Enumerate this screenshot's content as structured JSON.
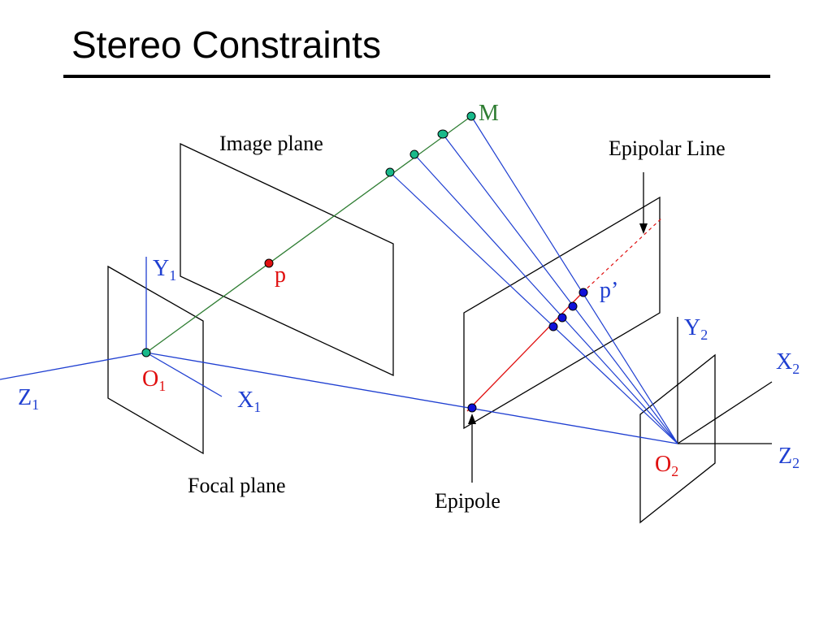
{
  "title": "Stereo Constraints",
  "labels": {
    "M": "M",
    "image_plane": "Image plane",
    "epipolar_line": "Epipolar Line",
    "p": "p",
    "p_prime": "p’",
    "Y1": "Y",
    "Y1_sub": "1",
    "O1": "O",
    "O1_sub": "1",
    "X1": "X",
    "X1_sub": "1",
    "Z1": "Z",
    "Z1_sub": "1",
    "Y2": "Y",
    "Y2_sub": "2",
    "X2": "X",
    "X2_sub": "2",
    "Z2": "Z",
    "Z2_sub": "2",
    "O2": "O",
    "O2_sub": "2",
    "focal_plane": "Focal plane",
    "epipole": "Epipole"
  },
  "colors": {
    "green": "#2e7d32",
    "blue": "#1f3fd1",
    "red": "#e01010",
    "point_fill_green": "#19b98a",
    "point_fill_blue": "#1010d8",
    "point_fill_red": "#e01010"
  }
}
